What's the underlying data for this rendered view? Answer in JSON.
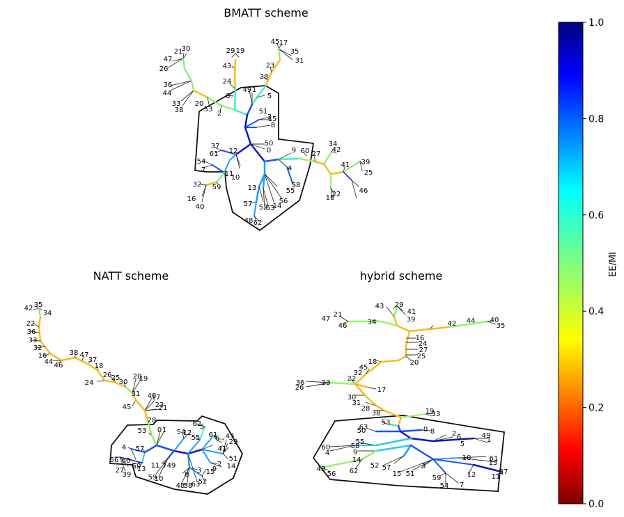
{
  "chart_data": {
    "type": "tree-network",
    "colorbar": {
      "label": "EE/MI",
      "range": [
        0.0,
        1.0
      ],
      "ticks": [
        "0.0",
        "0.2",
        "0.4",
        "0.6",
        "0.8",
        "1.0"
      ],
      "colormap": "jet_r"
    },
    "panels": [
      {
        "title": "BMATT scheme",
        "node_labels": [
          "0",
          "1",
          "2",
          "3",
          "4",
          "5",
          "6",
          "7",
          "8",
          "9",
          "10",
          "11",
          "12",
          "13",
          "14",
          "15",
          "16",
          "17",
          "18",
          "19",
          "20",
          "21",
          "22",
          "23",
          "24",
          "25",
          "26",
          "27",
          "28",
          "29",
          "30",
          "31",
          "32",
          "33",
          "34",
          "35",
          "36",
          "37",
          "38",
          "39",
          "40",
          "41",
          "42",
          "43",
          "44",
          "45",
          "46",
          "47",
          "48",
          "49",
          "50",
          "51",
          "52",
          "53",
          "54",
          "55",
          "56",
          "57",
          "58",
          "59",
          "60",
          "61",
          "62",
          "63"
        ]
      },
      {
        "title": "NATT scheme",
        "node_labels": [
          "0",
          "1",
          "2",
          "3",
          "4",
          "5",
          "6",
          "7",
          "8",
          "9",
          "10",
          "11",
          "12",
          "13",
          "14",
          "15",
          "16",
          "17",
          "18",
          "19",
          "20",
          "21",
          "22",
          "23",
          "24",
          "25",
          "26",
          "27",
          "28",
          "29",
          "30",
          "31",
          "32",
          "33",
          "34",
          "35",
          "36",
          "37",
          "38",
          "39",
          "40",
          "41",
          "42",
          "43",
          "44",
          "45",
          "46",
          "47",
          "48",
          "49",
          "50",
          "51",
          "52",
          "53",
          "54",
          "55",
          "56",
          "57",
          "58",
          "59",
          "60",
          "61",
          "62",
          "63"
        ]
      },
      {
        "title": "hybrid scheme",
        "node_labels": [
          "0",
          "1",
          "2",
          "3",
          "4",
          "5",
          "6",
          "7",
          "8",
          "9",
          "10",
          "11",
          "12",
          "13",
          "14",
          "15",
          "16",
          "17",
          "18",
          "19",
          "20",
          "21",
          "22",
          "23",
          "24",
          "25",
          "26",
          "27",
          "28",
          "29",
          "30",
          "31",
          "32",
          "33",
          "34",
          "35",
          "36",
          "37",
          "38",
          "39",
          "40",
          "41",
          "42",
          "43",
          "44",
          "45",
          "46",
          "47",
          "48",
          "49",
          "50",
          "51",
          "52",
          "53",
          "54",
          "55",
          "56",
          "57",
          "58",
          "59",
          "60",
          "61",
          "62",
          "63"
        ]
      }
    ]
  }
}
